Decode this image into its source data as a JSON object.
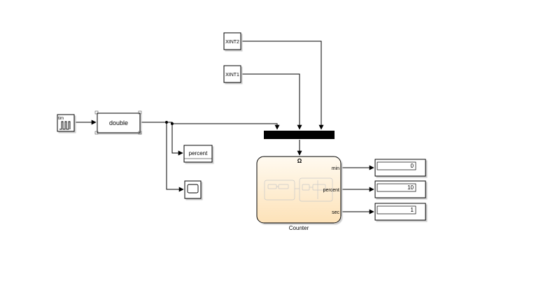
{
  "blocks": {
    "source": {
      "label": "tim"
    },
    "convert": {
      "label": "double"
    },
    "to_ws": {
      "label": "percent"
    },
    "xint2": {
      "label": "XINT2"
    },
    "xint1": {
      "label": "XINT1"
    },
    "chart": {
      "name": "Counter",
      "ports": {
        "min": "min",
        "percent": "percent",
        "sec": "sec"
      },
      "trigger_symbol": "Ω"
    },
    "displays": [
      {
        "value": "0"
      },
      {
        "value": "10"
      },
      {
        "value": "1"
      }
    ]
  },
  "colors": {
    "chart_fill_top": "#fffaf0",
    "chart_fill_bottom": "#fde7c2",
    "mux_fill": "#000000",
    "line": "#000000"
  }
}
